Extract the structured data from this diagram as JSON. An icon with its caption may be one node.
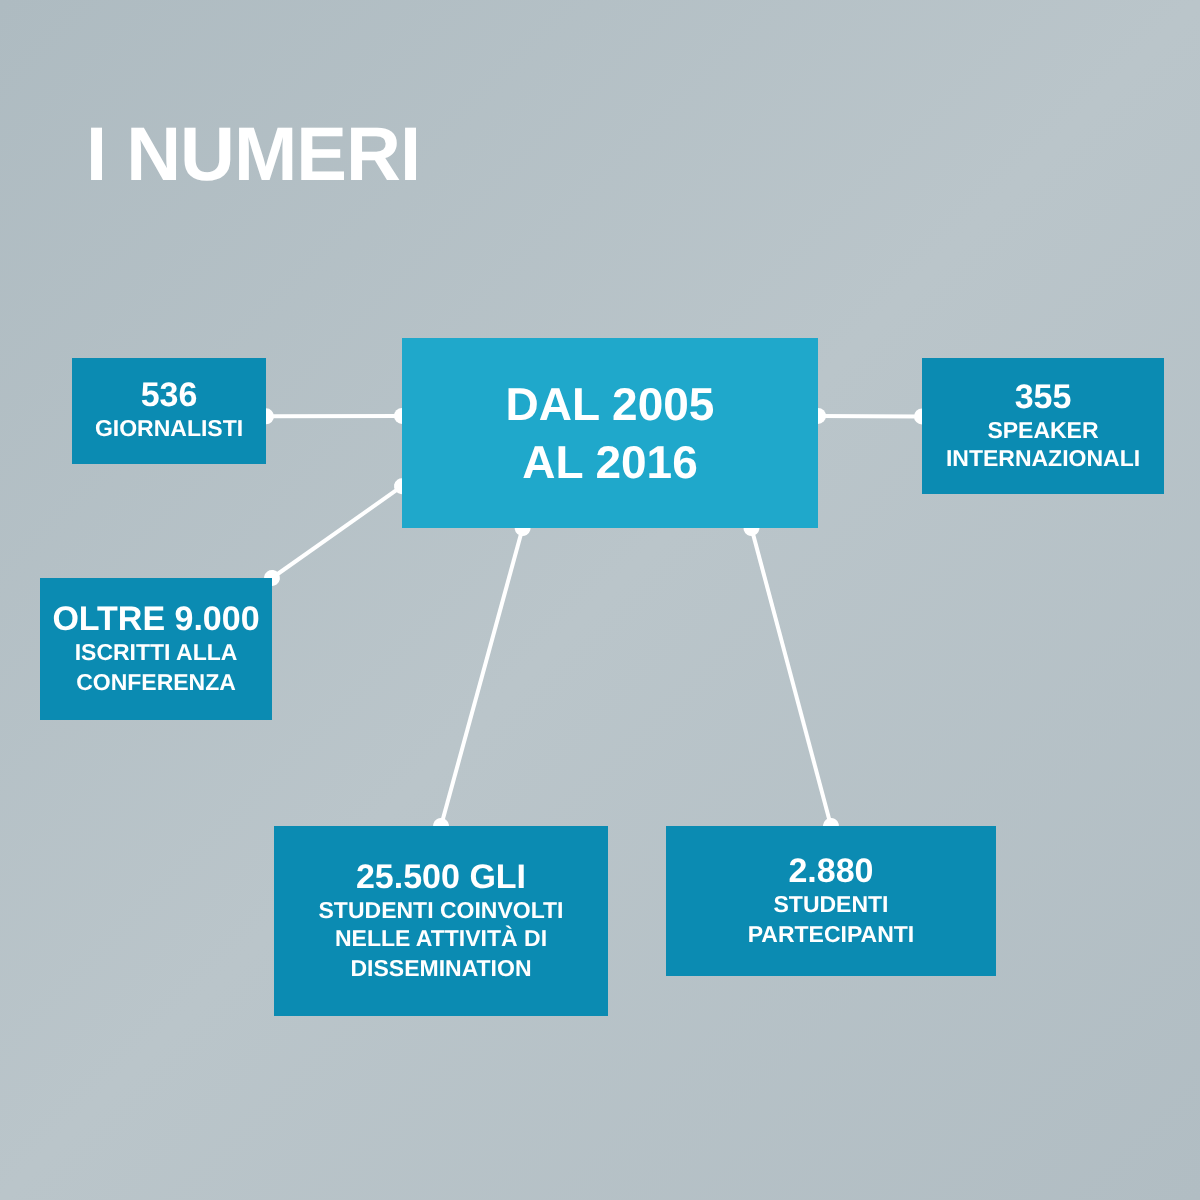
{
  "diagram": {
    "title": "I NUMERI",
    "nodes": [
      {
        "text": [
          "536",
          "GIORNALISTI"
        ]
      },
      {
        "text": [
          "DAL 2005 AL 2016"
        ]
      },
      {
        "text": [
          "355",
          "SPEAKER INTERNAZIONALI"
        ]
      },
      {
        "text": [
          "OLTRE 9.000",
          "ISCRITTI ALLA CONFERENZA"
        ]
      },
      {
        "text": [
          "25.500 GLI",
          "STUDENTI COINVOLTI NELLE ATTIVITÀ DI DISSEMINATION"
        ]
      },
      {
        "text": [
          "2.880",
          "STUDENTI PARTECIPANTI"
        ]
      }
    ],
    "edges": [
      {
        "from": 1,
        "to": 0,
        "arrow": "other"
      },
      {
        "from": 1,
        "to": 3,
        "arrow": "other"
      },
      {
        "from": 1,
        "to": 2,
        "arrow": "other"
      },
      {
        "from": 1,
        "to": 4,
        "arrow": "other"
      },
      {
        "from": 1,
        "to": 5,
        "arrow": "other"
      }
    ]
  }
}
